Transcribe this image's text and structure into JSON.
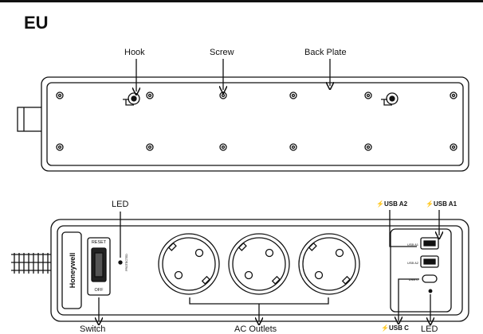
{
  "region": "EU",
  "back_view": {
    "hook_label": "Hook",
    "screw_label": "Screw",
    "back_plate_label": "Back Plate"
  },
  "front_view": {
    "led_label": "LED",
    "usb_a2_label": "USB A2",
    "usb_a1_label": "USB A1",
    "usb_c_label": "USB C",
    "led_bottom_label": "LED",
    "switch_label": "Switch",
    "ac_outlets_label": "AC Outlets",
    "brand": "Honeywell",
    "reset_label": "RESET",
    "off_label": "OFF",
    "protected_label": "PROTECTED",
    "port_a1_label": "USB A1",
    "port_a2_label": "USB A2",
    "port_c_label": "USB C"
  },
  "colors": {
    "stroke": "#111111",
    "background": "#ffffff"
  }
}
